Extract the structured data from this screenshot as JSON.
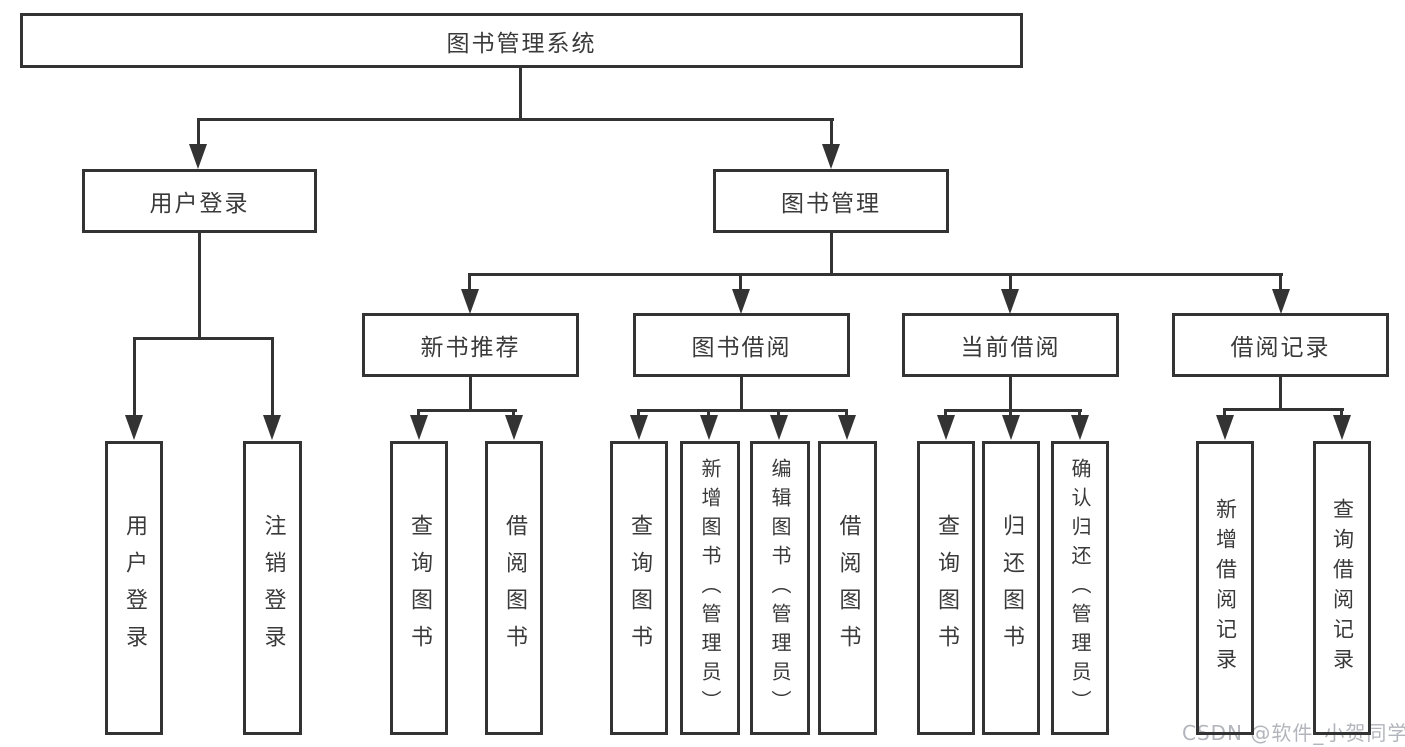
{
  "diagram_type": "functional-structure-tree",
  "tree": {
    "label": "图书管理系统",
    "children": [
      {
        "label": "用户登录",
        "children": [
          {
            "label": "用户登录"
          },
          {
            "label": "注销登录"
          }
        ]
      },
      {
        "label": "图书管理",
        "children": [
          {
            "label": "新书推荐",
            "children": [
              {
                "label": "查询图书"
              },
              {
                "label": "借阅图书"
              }
            ]
          },
          {
            "label": "图书借阅",
            "children": [
              {
                "label": "查询图书"
              },
              {
                "label": "新增图书（管理员）"
              },
              {
                "label": "编辑图书（管理员）"
              },
              {
                "label": "借阅图书"
              }
            ]
          },
          {
            "label": "当前借阅",
            "children": [
              {
                "label": "查询图书"
              },
              {
                "label": "归还图书"
              },
              {
                "label": "确认归还（管理员）"
              }
            ]
          },
          {
            "label": "借阅记录",
            "children": [
              {
                "label": "新增借阅记录"
              },
              {
                "label": "查询借阅记录"
              }
            ]
          }
        ]
      }
    ]
  },
  "watermark": {
    "text": "CSDN @软件_小贺同学",
    "color": "#b2b6bc"
  },
  "colors": {
    "line": "#333333",
    "text": "#3a3a3a",
    "background": "#ffffff"
  }
}
